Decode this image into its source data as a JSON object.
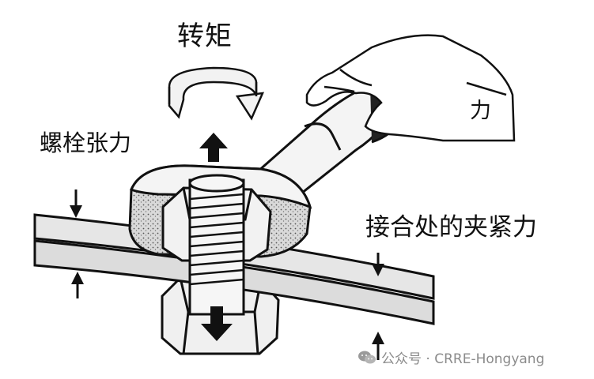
{
  "labels": {
    "torque": "转矩",
    "bolt_tension": "螺栓张力",
    "force": "力",
    "joint_clamping_force": "接合处的夹紧力"
  },
  "watermark": {
    "text": "公众号 · CRRE-Hongyang",
    "icon": "wechat-icon"
  },
  "colors": {
    "ink": "#111111",
    "plate": "#e4e4e4",
    "metal": "#f2f2f2",
    "watermark": "#8b8b8b"
  }
}
